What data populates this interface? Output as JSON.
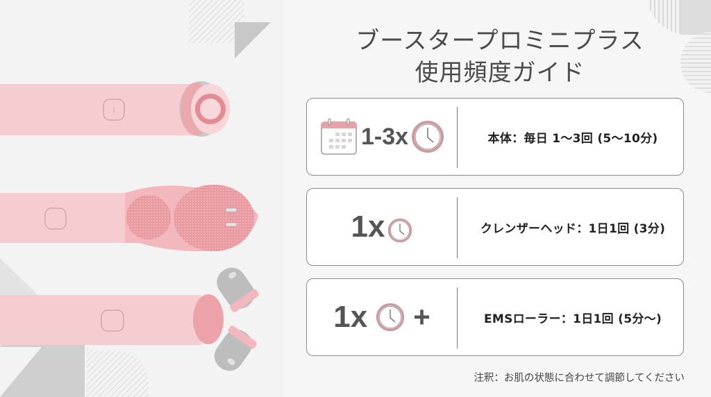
{
  "title": {
    "line1": "ブースタープロミニプラス",
    "line2": "使用頻度ガイド"
  },
  "cards": [
    {
      "icons": [
        "calendar-icon",
        "clock-icon"
      ],
      "frequency": "1-3x",
      "description": "本体：毎日 1〜3回 (5〜10分)"
    },
    {
      "icons": [
        "clock-icon"
      ],
      "frequency": "1x",
      "description": "クレンザーヘッド：1日1回 (3分)"
    },
    {
      "icons": [
        "clock-icon",
        "plus-icon"
      ],
      "frequency": "1x",
      "plus": "+",
      "description": "EMSローラー：1日1回 (5分〜)"
    }
  ],
  "note": "注釈：お肌の状態に合わせて調節してください",
  "colors": {
    "device_pink": "#f5cdd1",
    "accent_pink": "#e8959c",
    "clock_ring": "#c99aa0",
    "text_dark": "#222222",
    "title_gray": "#4a4a4a",
    "frequency_gray": "#555555",
    "card_border": "#8a8a8a",
    "decor_gray": "#c8c8c8"
  }
}
